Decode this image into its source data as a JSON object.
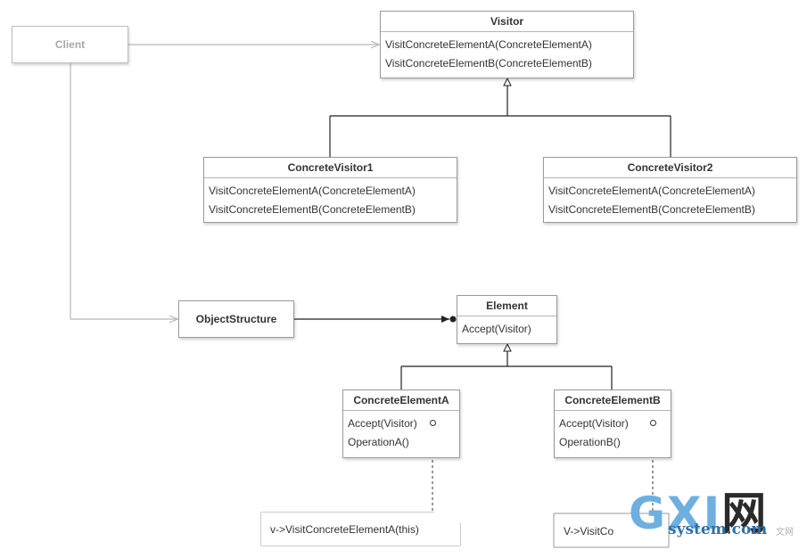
{
  "classes": {
    "client": {
      "name": "Client"
    },
    "visitor": {
      "name": "Visitor",
      "members": [
        "VisitConcreteElementA(ConcreteElementA)",
        "VisitConcreteElementB(ConcreteElementB)"
      ]
    },
    "concrete_visitor1": {
      "name": "ConcreteVisitor1",
      "members": [
        "VisitConcreteElementA(ConcreteElementA)",
        "VisitConcreteElementB(ConcreteElementB)"
      ]
    },
    "concrete_visitor2": {
      "name": "ConcreteVisitor2",
      "members": [
        "VisitConcreteElementA(ConcreteElementA)",
        "VisitConcreteElementB(ConcreteElementB)"
      ]
    },
    "object_structure": {
      "name": "ObjectStructure"
    },
    "element": {
      "name": "Element",
      "members": [
        "Accept(Visitor)"
      ]
    },
    "concrete_element_a": {
      "name": "ConcreteElementA",
      "members": [
        "Accept(Visitor)",
        "OperationA()"
      ]
    },
    "concrete_element_b": {
      "name": "ConcreteElementB",
      "members": [
        "Accept(Visitor)",
        "OperationB()"
      ]
    }
  },
  "notes": {
    "note_a": "v->VisitConcreteElementA(this)",
    "note_b": "V->VisitCo"
  },
  "watermark": {
    "big_latin": "GXI",
    "big_cn": "网",
    "small": "system.com",
    "tag": "文网"
  },
  "colors": {
    "border": "#9a9a9a",
    "line": "#222222",
    "client_line": "#b8b8b8",
    "watermark_blue": "#6db0e0"
  }
}
